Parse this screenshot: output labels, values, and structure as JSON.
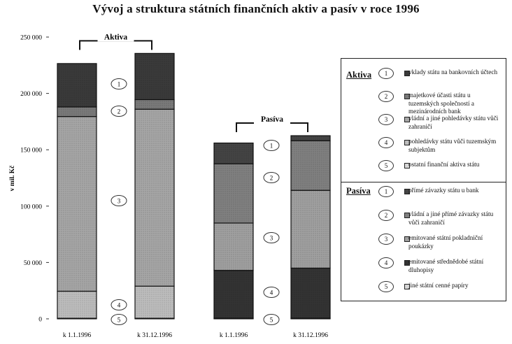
{
  "title": "Vývoj a struktura státních finančních aktiv a pasív v roce 1996",
  "chart_data": {
    "type": "bar",
    "stacked": true,
    "ylabel": "v mil. Kč",
    "ylim": [
      0,
      250000
    ],
    "yticks": [
      "0",
      "50 000",
      "100 000",
      "150 000",
      "200 000",
      "250 000"
    ],
    "grid": false,
    "groups": [
      {
        "name": "Aktiva",
        "categories": [
          "k 1.1.1996",
          "k 31.12.1996"
        ],
        "series": [
          {
            "num": "5",
            "values": [
              500,
              500
            ],
            "color": "#d8d8d8"
          },
          {
            "num": "4",
            "values": [
              24000,
              28500
            ],
            "color": "#bdbdbd"
          },
          {
            "num": "3",
            "values": [
              155000,
              157000
            ],
            "color": "#a6a6a6"
          },
          {
            "num": "2",
            "values": [
              8500,
              8500
            ],
            "color": "#7a7a7a"
          },
          {
            "num": "1",
            "values": [
              38500,
              41000
            ],
            "color": "#3a3a3a"
          }
        ]
      },
      {
        "name": "Pasíva",
        "categories": [
          "k 1.1.1996",
          "k 31.12.1996"
        ],
        "series": [
          {
            "num": "5",
            "values": [
              500,
              500
            ],
            "color": "#d8d8d8"
          },
          {
            "num": "4",
            "values": [
              42500,
              44500
            ],
            "color": "#333333"
          },
          {
            "num": "3",
            "values": [
              42000,
              69000
            ],
            "color": "#a0a0a0"
          },
          {
            "num": "2",
            "values": [
              52500,
              44000
            ],
            "color": "#808080"
          },
          {
            "num": "1",
            "values": [
              18500,
              4500
            ],
            "color": "#444444"
          }
        ]
      }
    ],
    "labels": {
      "aktiva": [
        "1",
        "2",
        "3",
        "4",
        "5"
      ],
      "pasiva": [
        "1",
        "2",
        "3",
        "4",
        "5"
      ]
    }
  },
  "legend": {
    "aktiva_title": "Aktiva",
    "pasiva_title": "Pasíva",
    "aktiva_items": [
      {
        "num": "1",
        "text": "vklady státu na bankovních účtech",
        "color": "#3a3a3a"
      },
      {
        "num": "2",
        "text": "majetkové účasti státu u tuzemských společností a mezinárodních bank",
        "color": "#7a7a7a"
      },
      {
        "num": "3",
        "text": "vládní a jiné pohledávky státu vůči zahraničí",
        "color": "#a6a6a6"
      },
      {
        "num": "4",
        "text": "pohledávky státu vůči tuzemským subjektům",
        "color": "#bdbdbd"
      },
      {
        "num": "5",
        "text": "ostatní finanční aktiva státu",
        "color": "#d8d8d8"
      }
    ],
    "pasiva_items": [
      {
        "num": "1",
        "text": "přímé závazky státu u bank",
        "color": "#444444"
      },
      {
        "num": "2",
        "text": "vládní a jiné přímé závazky státu vůči zahraničí",
        "color": "#808080"
      },
      {
        "num": "3",
        "text": "emitované státní pokladniční poukázky",
        "color": "#a0a0a0"
      },
      {
        "num": "4",
        "text": "emitované střednědobé státní dluhopisy",
        "color": "#333333"
      },
      {
        "num": "5",
        "text": "jiné státní cenné papíry",
        "color": "#d8d8d8"
      }
    ]
  }
}
